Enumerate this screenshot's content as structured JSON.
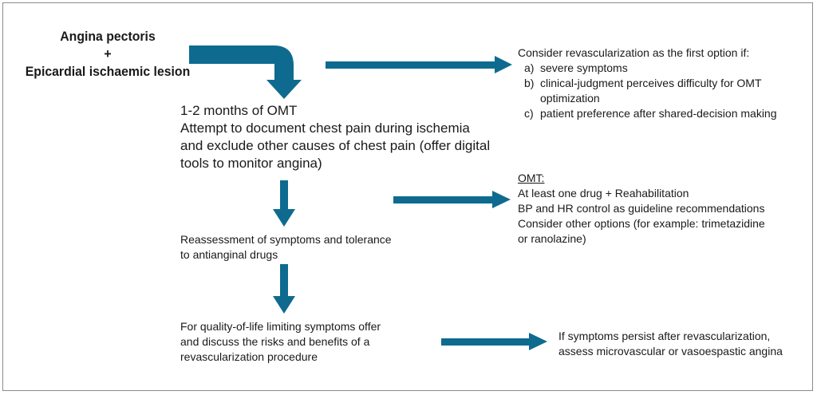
{
  "colors": {
    "arrow": "#0e6b8f",
    "border": "#8a8a8a",
    "text": "#1a1a1a"
  },
  "start": {
    "line1": "Angina pectoris",
    "line2": "+",
    "line3": "Epicardial ischaemic lesion"
  },
  "omt_period": {
    "line1": "1-2 months of OMT",
    "line2": "Attempt to document chest pain during ischemia",
    "line3": "and exclude other causes of chest pain (offer digital",
    "line4": "tools to monitor angina)"
  },
  "reassessment": {
    "line1": "Reassessment of symptoms and tolerance",
    "line2": "to antianginal drugs"
  },
  "quality_of_life": {
    "line1": "For quality-of-life limiting symptoms offer",
    "line2": "and discuss the risks and benefits of a",
    "line3": "revascularization procedure"
  },
  "revascularization_box": {
    "intro": "Consider revascularization as the first option if:",
    "items": [
      {
        "mark": "a)",
        "text": "severe symptoms"
      },
      {
        "mark": "b)",
        "text": "clinical-judgment perceives difficulty for OMT",
        "cont": "optimization"
      },
      {
        "mark": "c)",
        "text": "patient preference after shared-decision making"
      }
    ]
  },
  "omt_definition": {
    "heading": "OMT:",
    "line1": "At least one drug + Reahabilitation",
    "line2": "BP and HR control as guideline recommendations",
    "line3": "Consider other options (for example: trimetazidine",
    "line4": "or ranolazine)"
  },
  "persist_box": {
    "line1": "If symptoms persist after revascularization,",
    "line2": "assess microvascular or vasoespastic angina"
  }
}
